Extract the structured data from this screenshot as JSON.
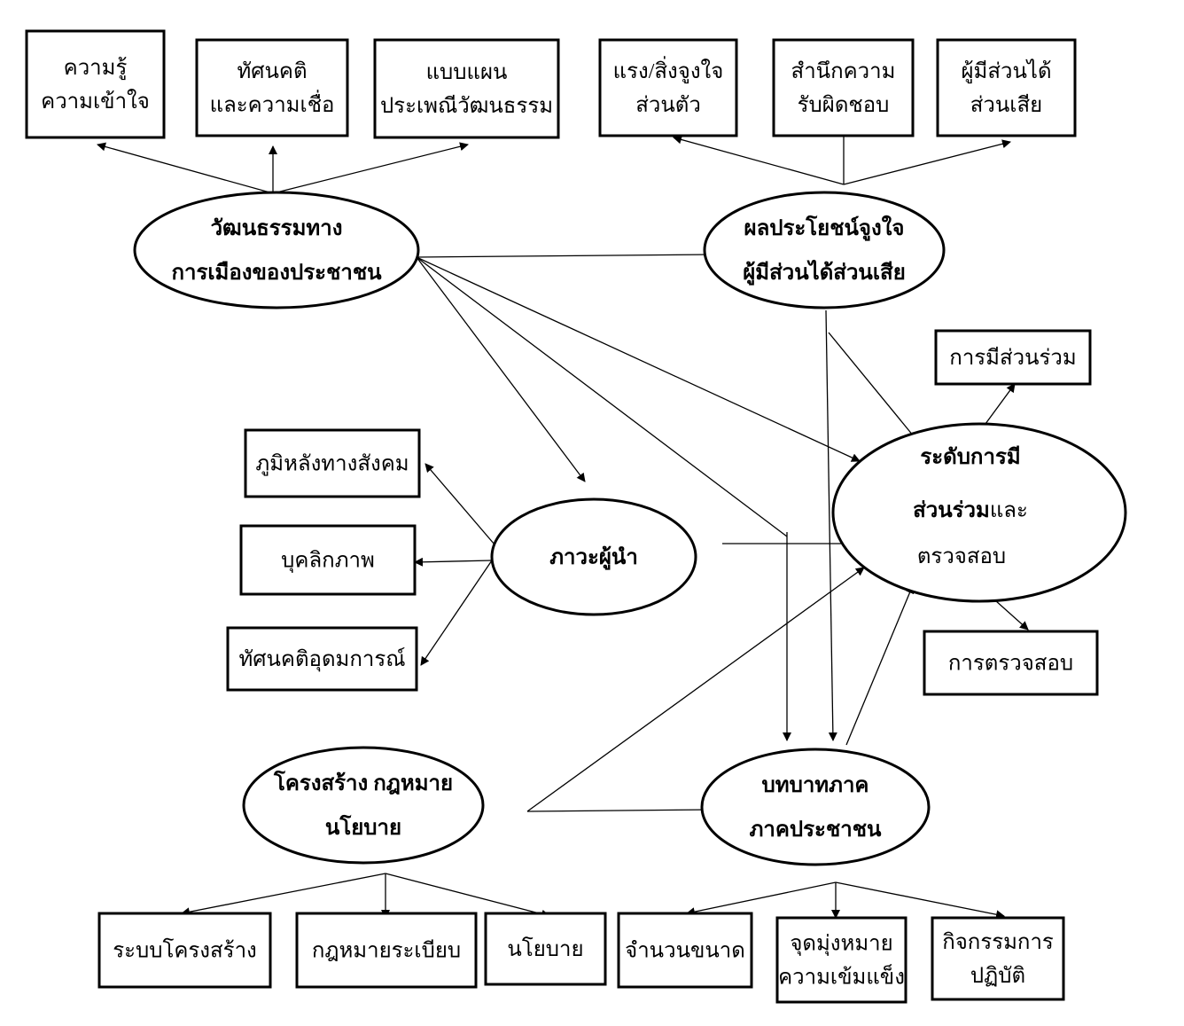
{
  "boxes": {
    "knowledge": [
      "ความรู้",
      "ความเข้าใจ"
    ],
    "attitude_belief": [
      "ทัศนคติ",
      "และความเชื่อ"
    ],
    "tradition": [
      "แบบแผน",
      "ประเพณีวัฒนธรรม"
    ],
    "personal_motivation": [
      "แรง/สิ่งจูงใจ",
      "ส่วนตัว"
    ],
    "responsibility": [
      "สำนึกความ",
      "รับผิดชอบ"
    ],
    "stakeholder": [
      "ผู้มีส่วนได้",
      "ส่วนเสีย"
    ],
    "participation": [
      "การมีส่วนร่วม"
    ],
    "social_background": [
      "ภูมิหลังทางสังคม"
    ],
    "personality": [
      "บุคลิกภาพ"
    ],
    "ideology": [
      "ทัศนคติอุดมการณ์"
    ],
    "inspection": [
      "การตรวจสอบ"
    ],
    "structure_system": [
      "ระบบโครงสร้าง"
    ],
    "law_regulation": [
      "กฎหมายระเบียบ"
    ],
    "policy": [
      "นโยบาย"
    ],
    "size": [
      "จำนวนขนาด"
    ],
    "goal_strength": [
      "จุดมุ่งหมาย",
      "ความเข้มแข็ง"
    ],
    "activities": [
      "กิจกรรมการ",
      "ปฏิบัติ"
    ]
  },
  "ellipses": {
    "political_culture": [
      "วัฒนธรรมทาง",
      "การเมืองของประชาชน"
    ],
    "stakeholder_interest": [
      "ผลประโยชน์จูงใจ",
      "ผู้มีส่วนได้ส่วนเสีย"
    ],
    "participation_level": {
      "line1": "ระดับการมี",
      "line2_bold": "ส่วนร่วม",
      "line2_normal": "และ",
      "line3": "ตรวจสอบ"
    },
    "leadership": [
      "ภาวะผู้นำ"
    ],
    "structure_law_policy": [
      "โครงสร้าง กฎหมาย",
      "นโยบาย"
    ],
    "civil_role": [
      "บทบาทภาค",
      "ภาคประชาชน"
    ]
  }
}
